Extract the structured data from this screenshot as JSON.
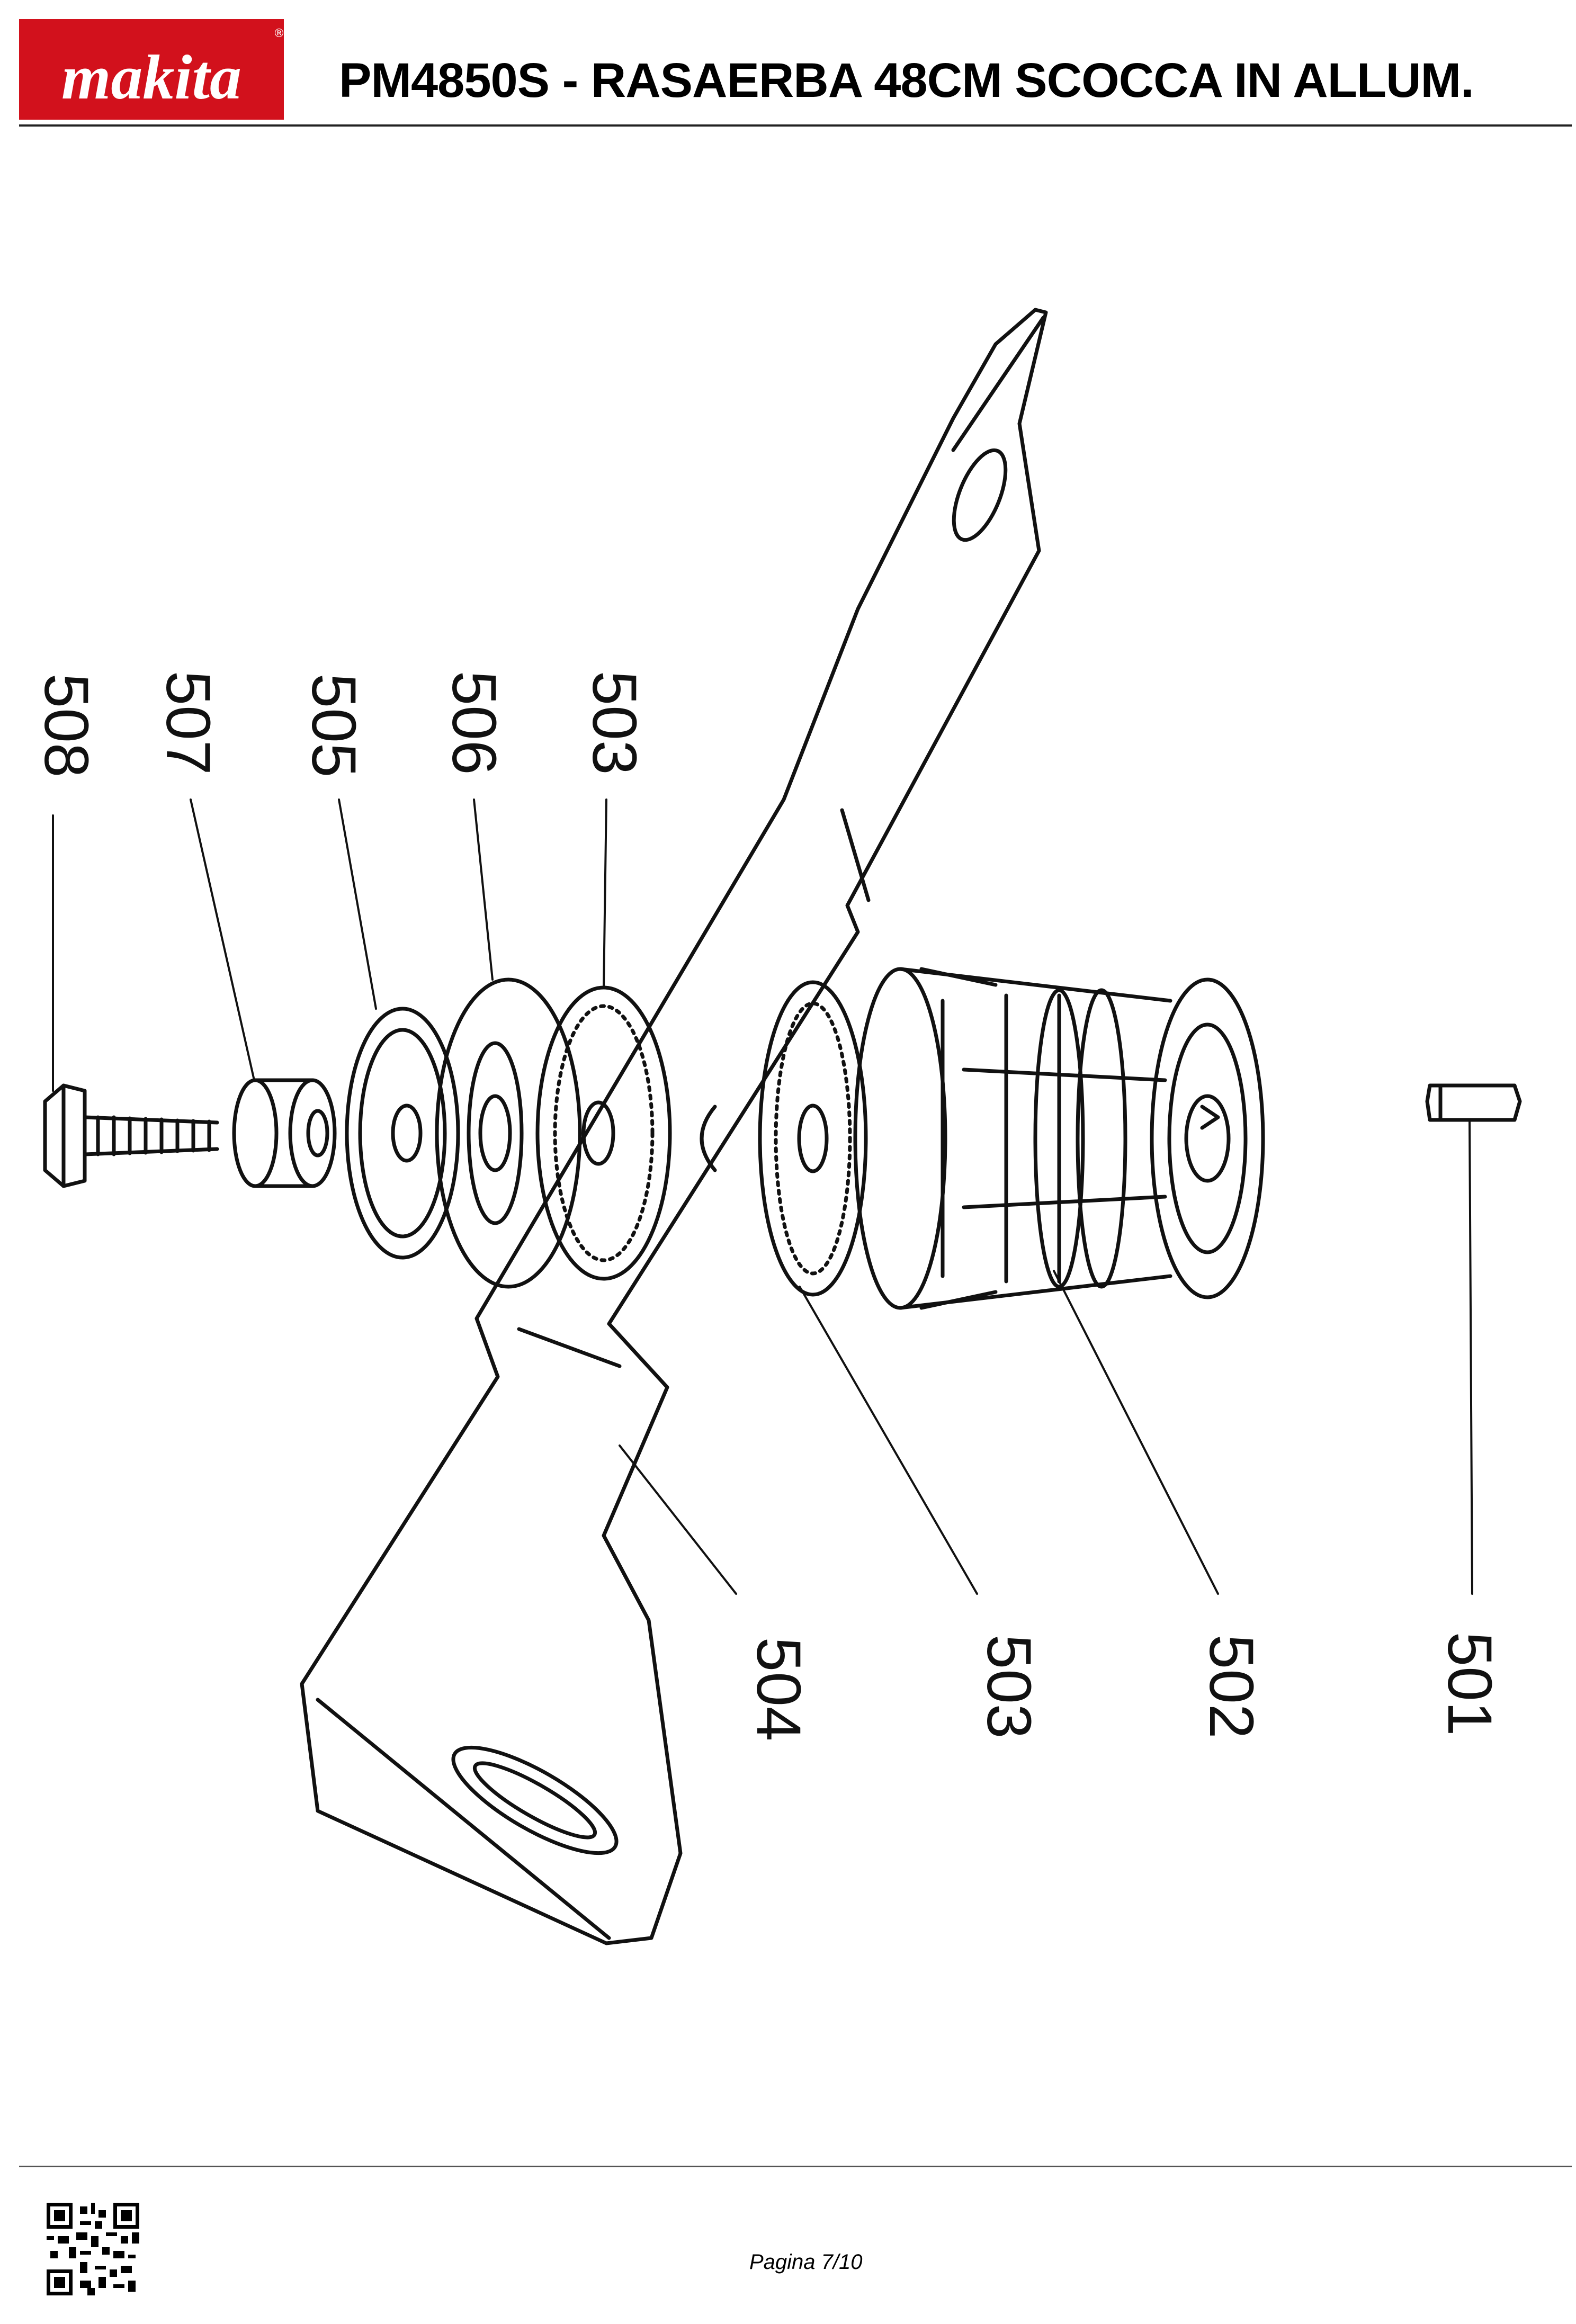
{
  "header": {
    "brand": "makita",
    "title": "PM4850S - RASAERBA 48CM SCOCCA IN ALLUM."
  },
  "footer": {
    "page": "Pagina 7/10"
  },
  "parts": [
    {
      "ref": "508"
    },
    {
      "ref": "507"
    },
    {
      "ref": "505"
    },
    {
      "ref": "506"
    },
    {
      "ref": "503"
    },
    {
      "ref": "504"
    },
    {
      "ref": "503"
    },
    {
      "ref": "502"
    },
    {
      "ref": "501"
    }
  ]
}
